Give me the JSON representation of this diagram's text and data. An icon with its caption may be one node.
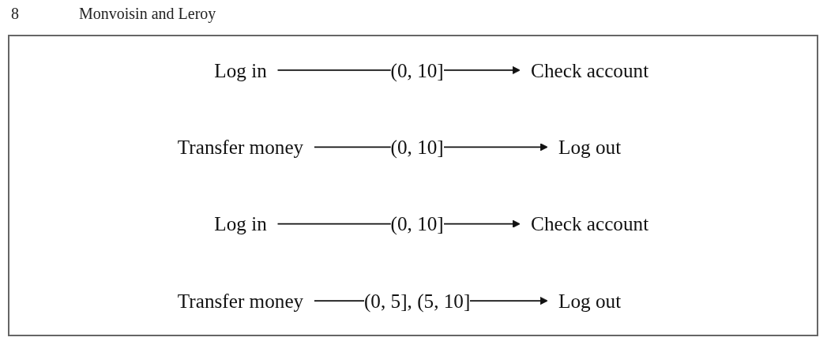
{
  "diagram": {
    "nodes": [
      {
        "text": [
          "Log in"
        ]
      },
      {
        "text": [
          "Check account"
        ]
      },
      {
        "text": [
          "Log out"
        ]
      },
      {
        "text": [
          "Transfer money"
        ]
      },
      {
        "text": [
          "Log in"
        ]
      },
      {
        "text": [
          "Check account"
        ]
      },
      {
        "text": [
          "Log out"
        ]
      },
      {
        "text": [
          "Transfer money"
        ]
      }
    ],
    "edges": [
      {
        "from": 0,
        "to": 1,
        "arrow": "to",
        "label": "(0, 10]"
      },
      {
        "from": 3,
        "to": 2,
        "arrow": "to",
        "label": "(0, 10]"
      },
      {
        "from": 4,
        "to": 5,
        "arrow": "to",
        "label": "(0, 10]"
      },
      {
        "from": 7,
        "to": 6,
        "arrow": "to",
        "label": "(0, 5], (5, 10]"
      }
    ],
    "labels": [
      "8",
      "Monvoisin and Leroy"
    ]
  }
}
